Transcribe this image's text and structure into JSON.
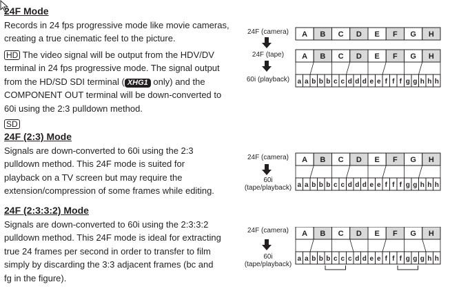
{
  "sections": {
    "f24": {
      "title": "24F Mode",
      "lines": [
        "Records in 24 fps progressive mode like movie cameras,",
        "creating a true cinematic feel to the picture."
      ],
      "hd_badge": "HD",
      "hd_lines": {
        "l1": " The video signal will be output from the HDV/DV",
        "l2": "terminal in 24 fps progressive mode. The signal output",
        "l3a": "from the HD/SD SDI terminal (",
        "model": "XHG1",
        "l3b": " only) and the",
        "l4": "COMPONENT OUT terminal will be down-converted to",
        "l5": "60i using the 2:3 pulldown method."
      },
      "sd_badge": "SD"
    },
    "f23": {
      "title": "24F (2:3) Mode",
      "lines": [
        "Signals are down-converted to 60i using the 2:3",
        "pulldown method. This 24F mode is suited for",
        "playback on a TV screen but may require the",
        "extension/compression of some frames while editing."
      ]
    },
    "f2332": {
      "title": "24F (2:3:3:2) Mode",
      "lines": [
        "Signals are down-converted to 60i using the 2:3:3:2",
        "pulldown method. This 24F mode is ideal for extracting",
        "true 24 frames per second in order to transfer to film",
        "simply by discarding the 3:3 adjacent frames (bc and",
        "fg in the figure)."
      ]
    }
  },
  "diagrams": [
    {
      "frames": [
        "A",
        "B",
        "C",
        "D",
        "E",
        "F",
        "G",
        "H"
      ],
      "rows": [
        {
          "label": "24F (camera)"
        },
        {
          "label": "24F (tape)"
        },
        {
          "label": "60i (playback)"
        }
      ],
      "fields": [
        "a",
        "a",
        "b",
        "b",
        "b",
        "c",
        "c",
        "d",
        "d",
        "d",
        "e",
        "e",
        "f",
        "f",
        "f",
        "g",
        "g",
        "h",
        "h",
        "h"
      ]
    },
    {
      "frames": [
        "A",
        "B",
        "C",
        "D",
        "E",
        "F",
        "G",
        "H"
      ],
      "rows": [
        {
          "label": "24F (camera)"
        },
        {
          "label": "60i (tape/playback)"
        }
      ],
      "fields": [
        "a",
        "a",
        "b",
        "b",
        "b",
        "c",
        "c",
        "d",
        "d",
        "d",
        "e",
        "e",
        "f",
        "f",
        "f",
        "g",
        "g",
        "h",
        "h",
        "h"
      ]
    },
    {
      "frames": [
        "A",
        "B",
        "C",
        "D",
        "E",
        "F",
        "G",
        "H"
      ],
      "rows": [
        {
          "label": "24F (camera)"
        },
        {
          "label": "60i (tape/playback)"
        }
      ],
      "fields": [
        "a",
        "a",
        "b",
        "b",
        "b",
        "c",
        "c",
        "c",
        "d",
        "d",
        "e",
        "e",
        "f",
        "f",
        "f",
        "g",
        "g",
        "g",
        "h",
        "h"
      ]
    }
  ],
  "colors": {
    "shade": "#d9d9d9",
    "ink": "#231f20"
  }
}
